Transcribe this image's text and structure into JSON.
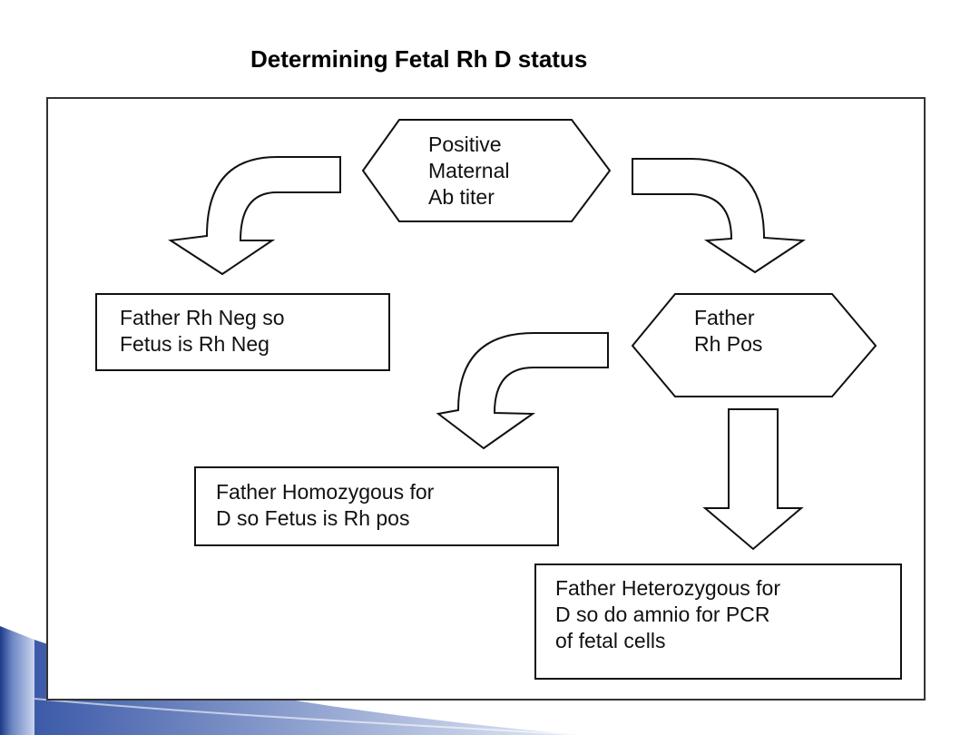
{
  "title": "Determining Fetal Rh D status",
  "nodes": {
    "maternal_ab": [
      "Positive",
      "Maternal",
      "Ab titer"
    ],
    "father_neg": [
      "Father Rh Neg so",
      "Fetus is Rh Neg"
    ],
    "father_pos": [
      "Father",
      "Rh Pos"
    ],
    "father_homozygous": [
      "Father Homozygous for",
      "D so Fetus is Rh pos"
    ],
    "father_heterozygous": [
      "Father Heterozygous for",
      "D so do amnio for PCR",
      "of fetal cells"
    ]
  },
  "colors": {
    "accent_blue": "#1f3f8f",
    "stroke": "#111111",
    "frame": "#333333"
  }
}
